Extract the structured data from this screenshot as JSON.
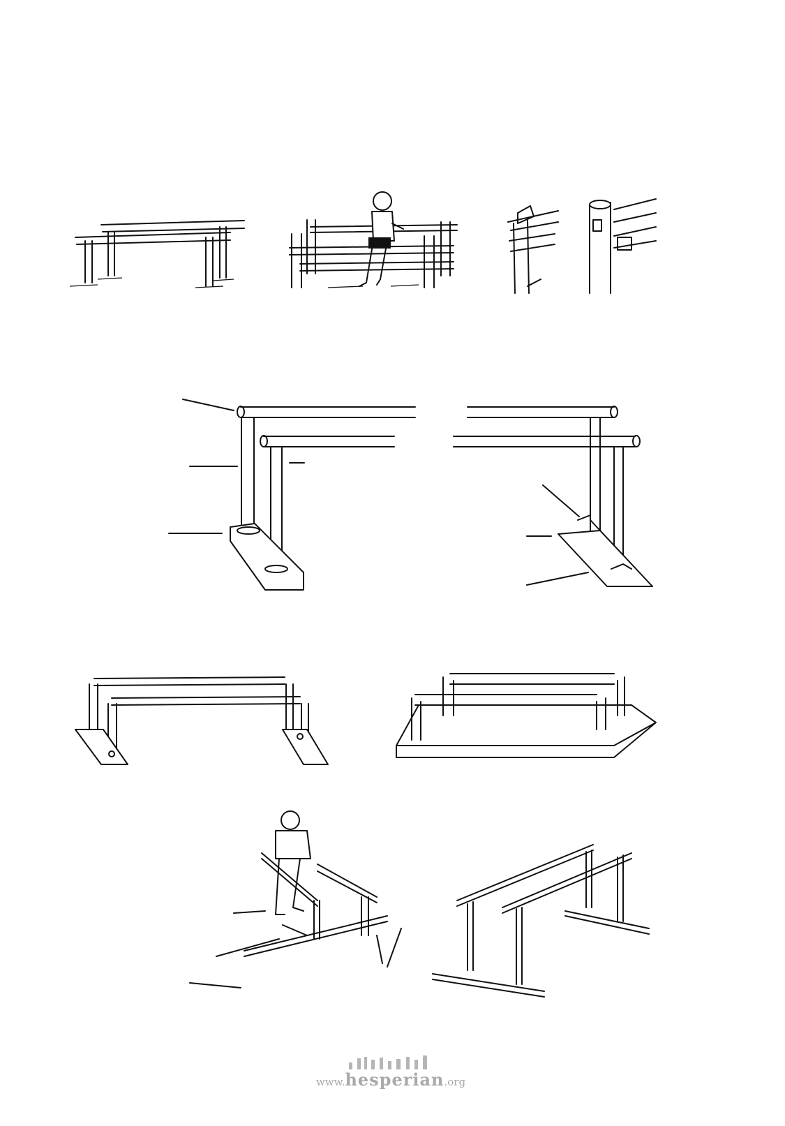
{
  "page": {
    "figures": [
      "bamboo-parallel-bars",
      "pole-parallel-bars-with-child",
      "pole-joint-details",
      "adjustable-wooden-bars-side-a",
      "adjustable-wooden-bars-side-b",
      "pipe-bars-on-blocks",
      "pipe-bars-on-platform",
      "metal-frame-bars-with-man",
      "metal-frame-bars"
    ],
    "footer": {
      "logo_text_www": "www.",
      "logo_text_name": "hesperian",
      "logo_text_tld": ".org"
    },
    "colors": {
      "ink": "#111111",
      "logo": "#a9a9a9"
    }
  }
}
